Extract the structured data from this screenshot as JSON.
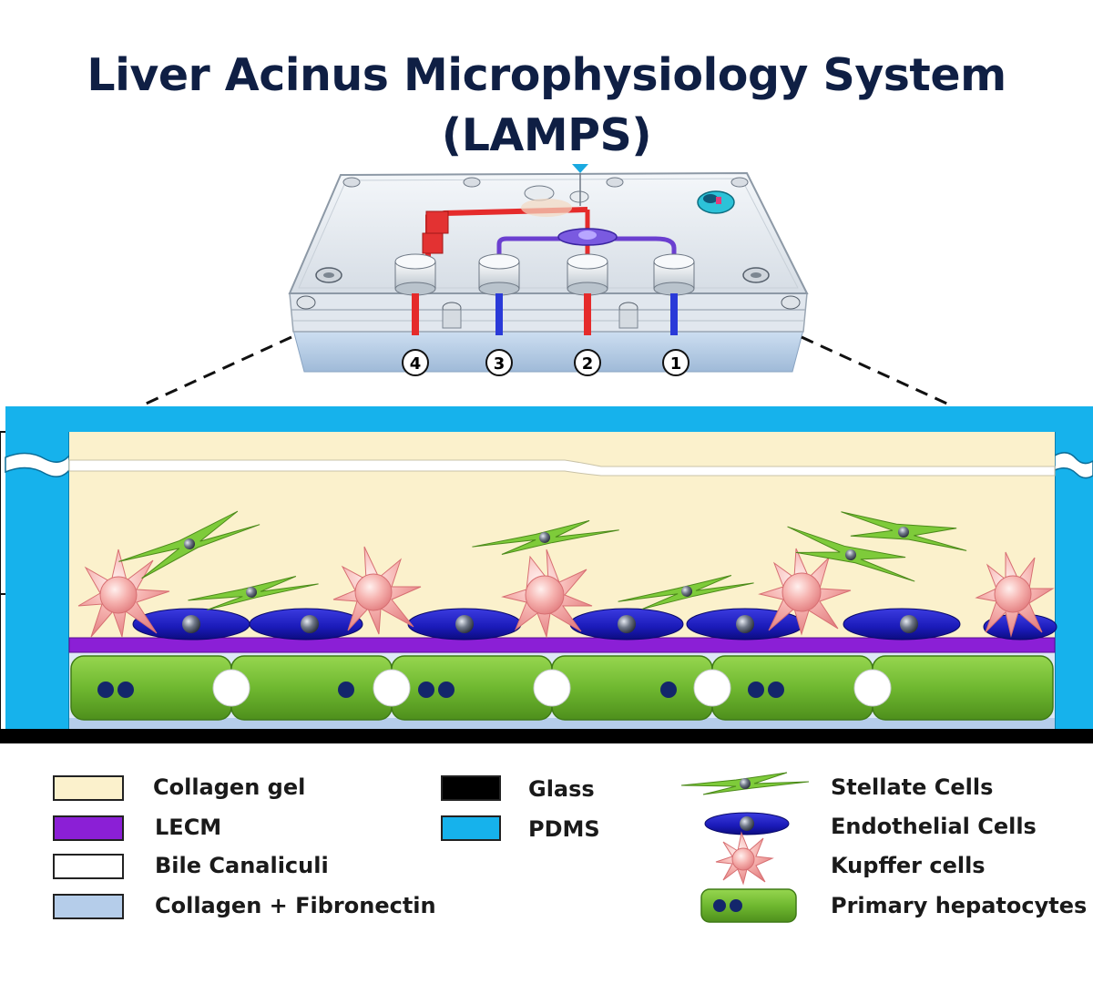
{
  "title": {
    "line1": "Liver Acinus Microphysiology System",
    "line2": "(LAMPS)"
  },
  "device": {
    "ports": [
      "4",
      "3",
      "2",
      "1"
    ]
  },
  "legend": {
    "collagen_gel": "Collagen gel",
    "lecm": "LECM",
    "bile_canaliculi": "Bile Canaliculi",
    "collagen_fibronectin": "Collagen + Fibronectin",
    "glass": "Glass",
    "pdms": "PDMS",
    "stellate": "Stellate Cells",
    "endothelial": "Endothelial Cells",
    "kupffer": "Kupffer cells",
    "hepatocytes": "Primary hepatocytes"
  },
  "colors": {
    "collagen_gel": "#fbf1cc",
    "lecm": "#8b1fd6",
    "bile_canaliculi": "#ffffff",
    "collagen_fibronectin": "#b5cdea",
    "glass": "#000000",
    "pdms": "#16b2ec",
    "stellate": "#7ecb3a",
    "endothelial": "#1a1ab8",
    "kupffer": "#f4a0a0",
    "hepatocytes": "#6fb830"
  }
}
